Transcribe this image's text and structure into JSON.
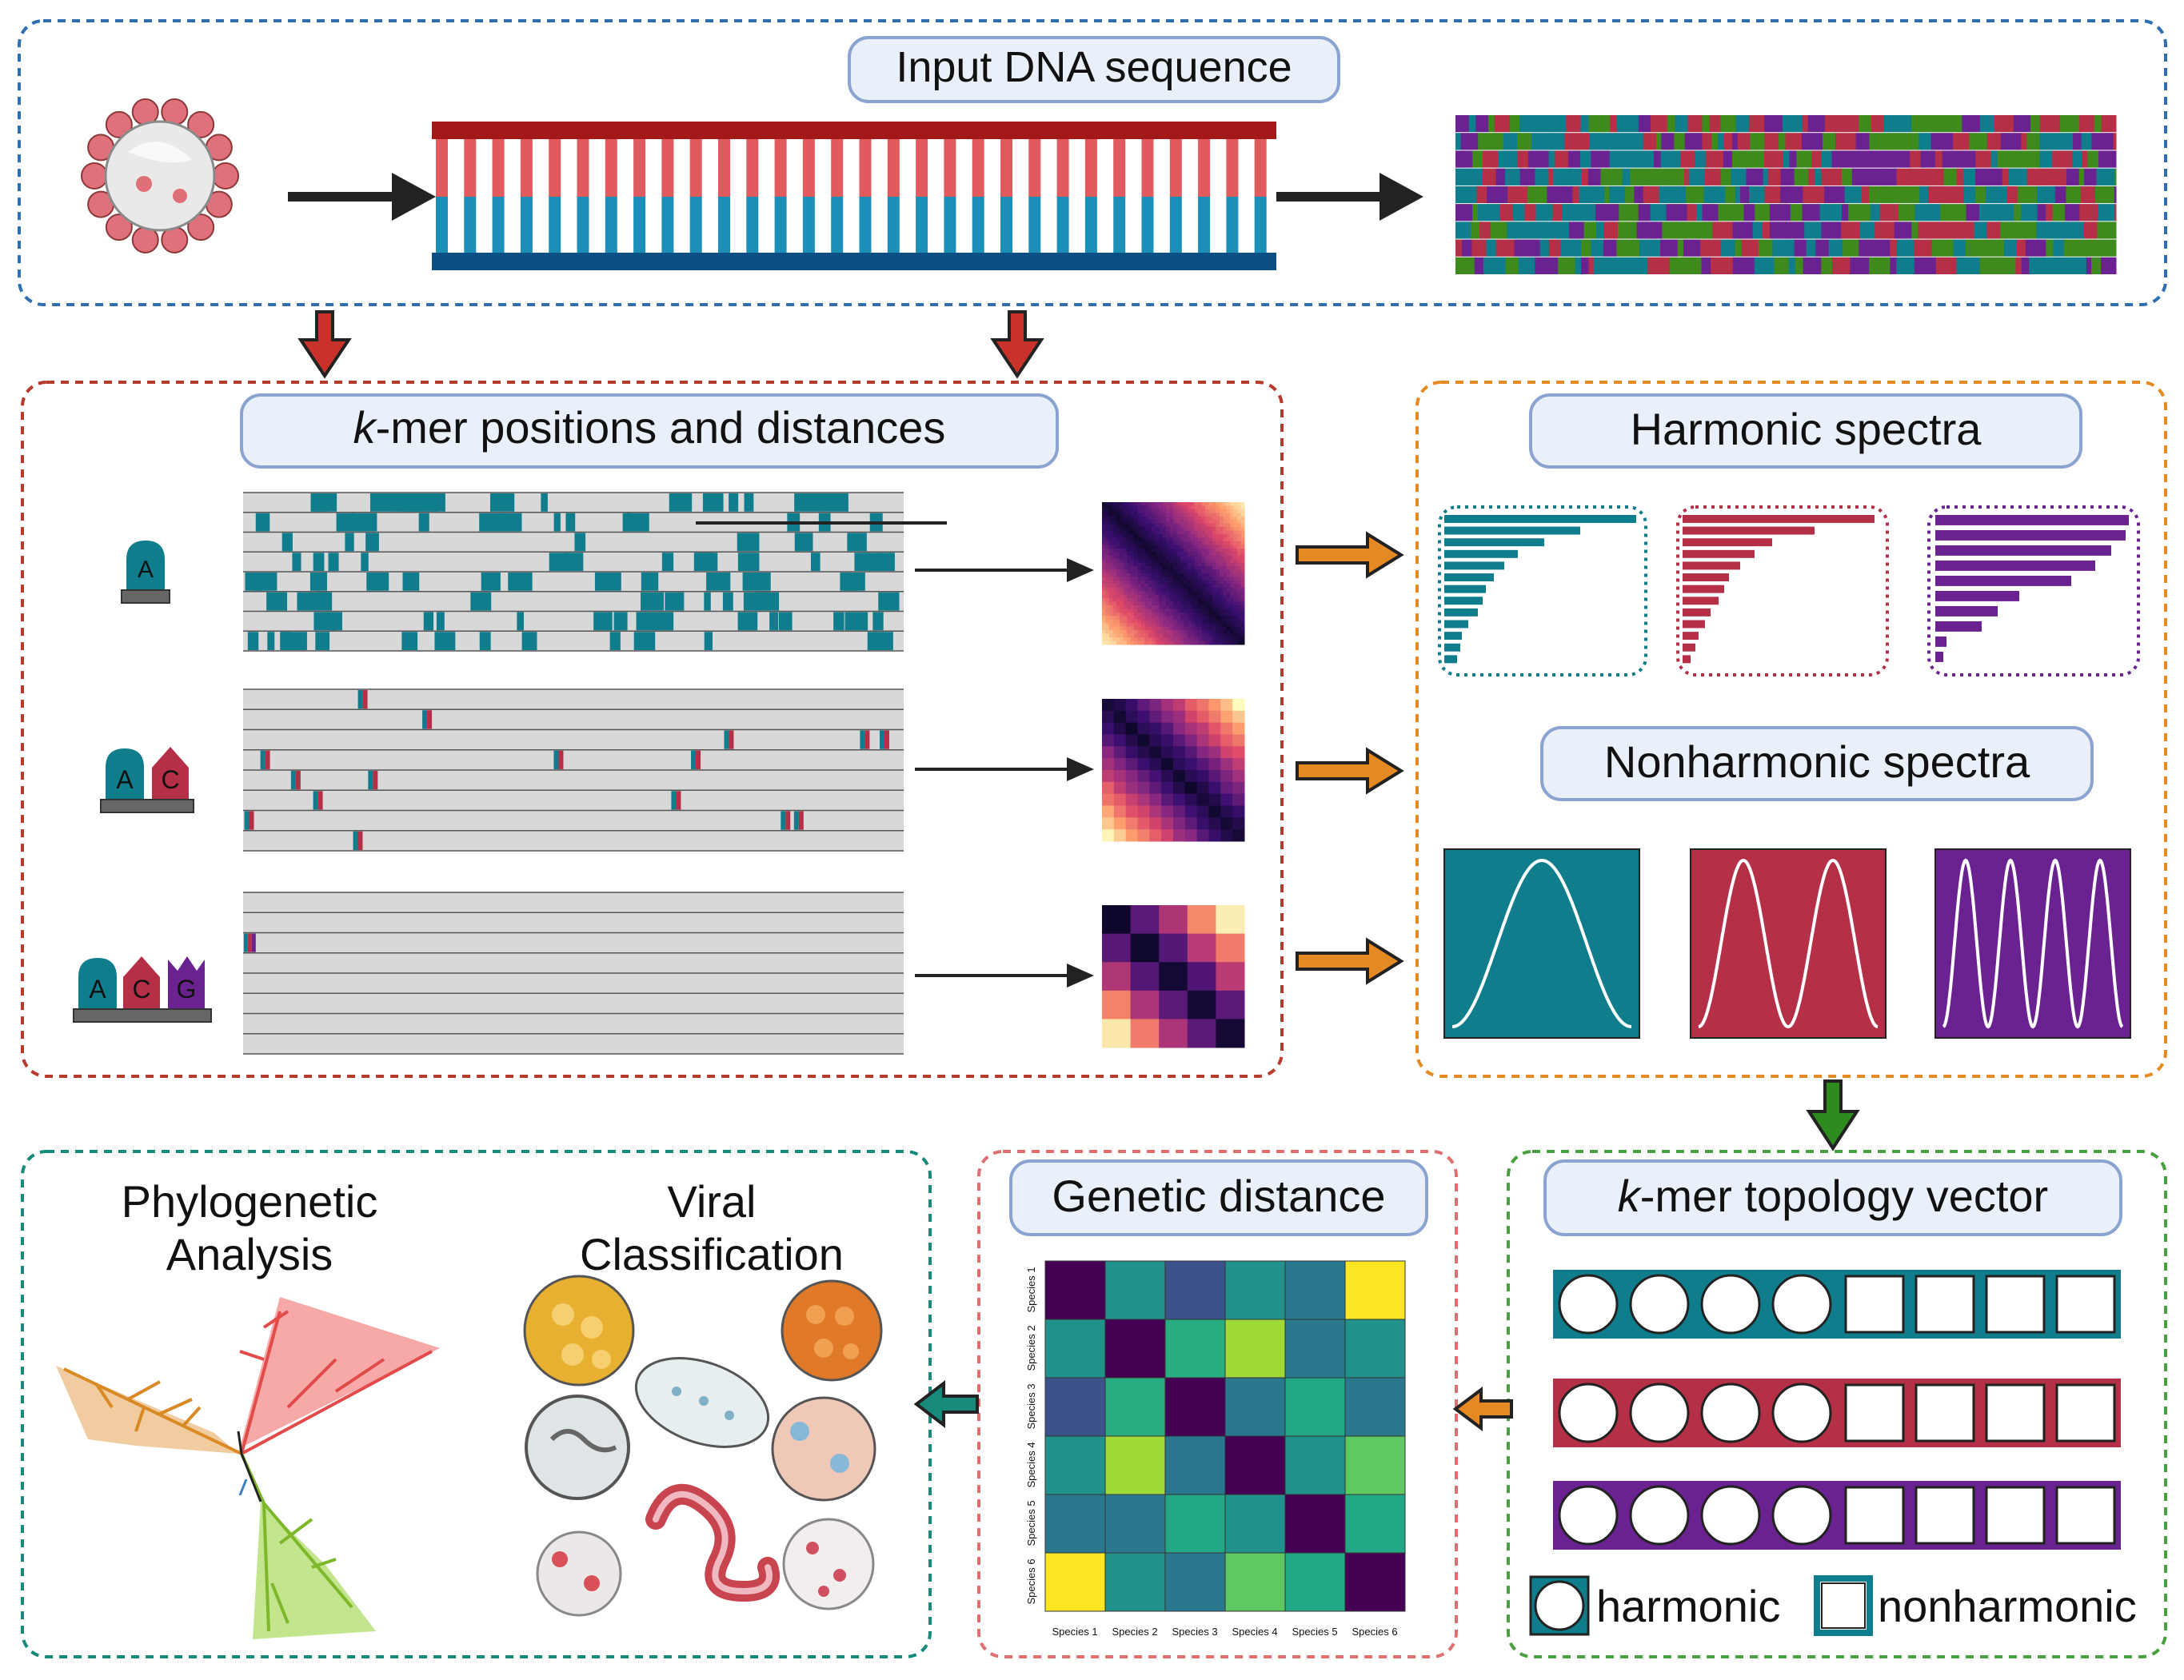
{
  "titles": {
    "input": "Input DNA sequence",
    "kmer_positions_prefix": "k",
    "kmer_positions_rest": "-mer positions and distances",
    "harmonic": "Harmonic spectra",
    "nonharmonic": "Nonharmonic spectra",
    "genetic_distance": "Genetic distance",
    "topology_prefix": "k",
    "topology_rest": "-mer topology vector",
    "phylo_line1": "Phylogenetic",
    "phylo_line2": "Analysis",
    "viral_line1": "Viral",
    "viral_line2": "Classification"
  },
  "kmer_letters": {
    "one": [
      "A"
    ],
    "two": [
      "A",
      "C"
    ],
    "three": [
      "A",
      "C",
      "G"
    ]
  },
  "legend": {
    "harmonic": "harmonic",
    "nonharmonic": "nonharmonic"
  },
  "heatmap": {
    "labels": [
      "Species 1",
      "Species 2",
      "Species 3",
      "Species 4",
      "Species 5",
      "Species 6"
    ]
  },
  "colors": {
    "teal": "#0f7d8c",
    "red": "#b52f46",
    "purple": "#6b2291",
    "orange": "#e58a22",
    "green": "#2e8b1e",
    "box_blue": "#2f6fb0",
    "box_red": "#b83a2d",
    "box_orange": "#e58a22",
    "box_green": "#4aa040",
    "box_pink": "#e07070",
    "box_teal": "#178a7c"
  }
}
